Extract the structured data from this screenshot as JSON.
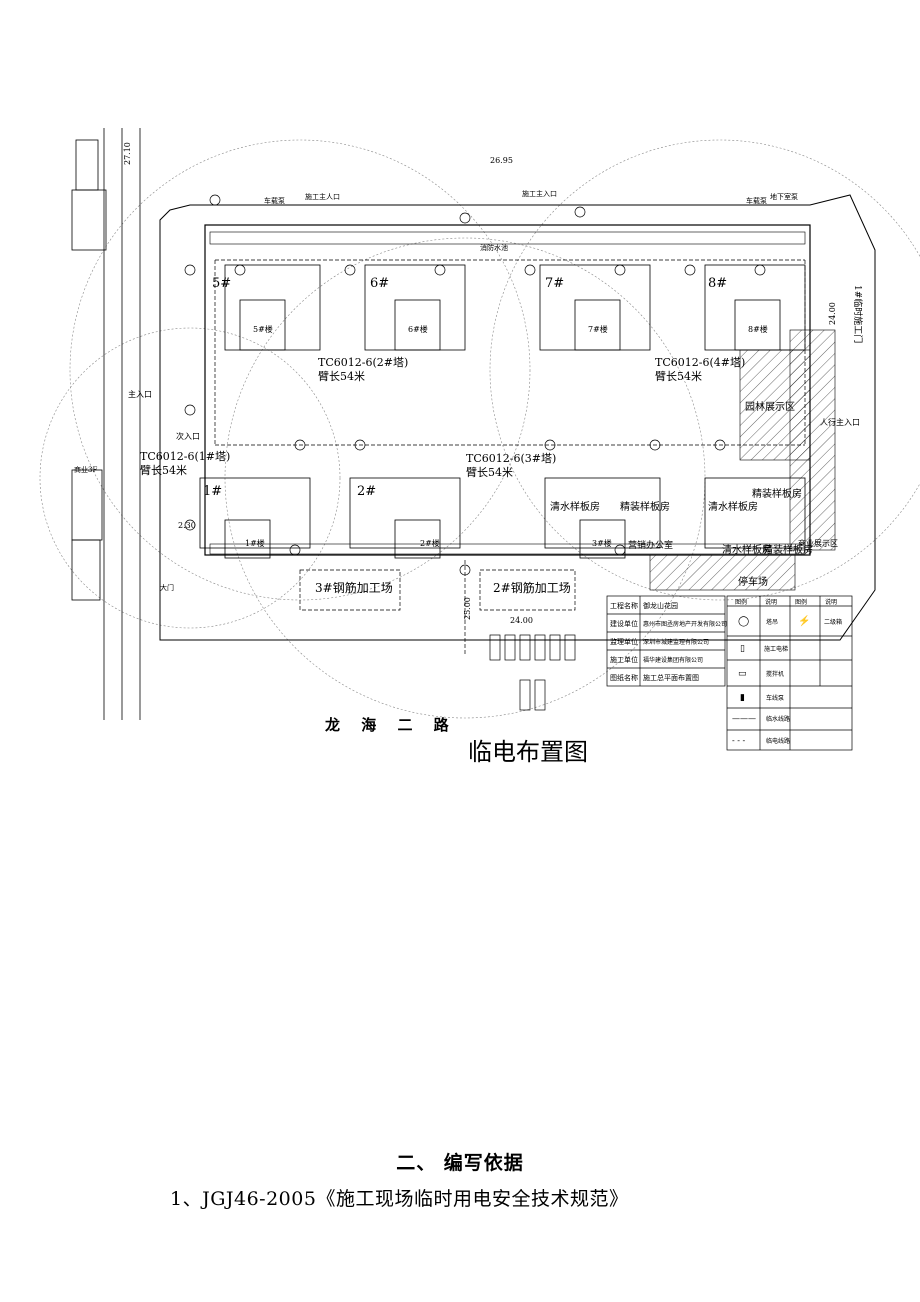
{
  "drawing": {
    "title": "临电布置图",
    "road_name": "龙 海 二 路",
    "cranes": [
      {
        "model": "TC6012-6(1#塔)",
        "arm": "臂长54米"
      },
      {
        "model": "TC6012-6(2#塔)",
        "arm": "臂长54米"
      },
      {
        "model": "TC6012-6(3#塔)",
        "arm": "臂长54米"
      },
      {
        "model": "TC6012-6(4#塔)",
        "arm": "臂长54米"
      }
    ],
    "buildings_top": [
      "5#",
      "6#",
      "7#",
      "8#"
    ],
    "buildings_top_small": [
      "5#楼",
      "6#楼",
      "7#楼",
      "8#楼"
    ],
    "buildings_bottom": [
      "1#",
      "2#"
    ],
    "buildings_bottom_small": [
      "1#楼",
      "2#楼",
      "3#楼"
    ],
    "labels": {
      "main_entrance": "主入口",
      "secondary_entrance": "次入口",
      "rebar_3": "3#钢筋加工场",
      "rebar_2": "2#钢筋加工场",
      "landscape": "园林展示区",
      "pedestrian": "人行主入口",
      "commercial": "商业展示区",
      "sample_room_1": "清水样板房",
      "sample_room_2": "精装样板房",
      "sample_room_3": "清水样板房",
      "sample_room_4": "精装样板房",
      "sample_room_5": "清水样板房",
      "sample_room_6": "精装样板房",
      "sales": "营销办公室",
      "parking": "停车场",
      "right_vertical": "1#临时施工门",
      "dim_top_left": "27.10",
      "dim_top_mid": "26.95",
      "dim_right": "24.00",
      "dim_bottom_a": "24.00",
      "dim_bottom_b": "25.00",
      "dim_side": "2.30",
      "north_gate": "施工主人口",
      "gate_2": "施工主入口",
      "car_wash": "车载泵",
      "car_wash_2": "车载泵",
      "pump": "地下室泵",
      "fire": "消防水池",
      "commercial_left": "商业3F",
      "gate_3": "大门"
    },
    "info_table": [
      {
        "k": "工程名称",
        "v": "御龙山花园"
      },
      {
        "k": "建设单位",
        "v": "惠州市图丞房地产开发有限公司"
      },
      {
        "k": "监理单位",
        "v": "深圳市城建监理有限公司"
      },
      {
        "k": "施工单位",
        "v": "福华建设集团有限公司"
      },
      {
        "k": "图纸名称",
        "v": "施工总平面布置图"
      }
    ],
    "legend": {
      "headers": [
        "图例",
        "说明",
        "图例",
        "说明"
      ],
      "rows": [
        {
          "sym": "◯",
          "desc": "塔吊",
          "sym2": "⚡",
          "desc2": "二级箱"
        },
        {
          "sym": "▯",
          "desc": "施工电梯",
          "sym2": "",
          "desc2": ""
        },
        {
          "sym": "▭",
          "desc": "搅拌机",
          "sym2": "",
          "desc2": ""
        },
        {
          "sym": "▮",
          "desc": "车线泵",
          "sym2": "",
          "desc2": ""
        },
        {
          "sym": "———",
          "desc": "临水线路",
          "sym2": "",
          "desc2": ""
        },
        {
          "sym": "- - -",
          "desc": "临电线路",
          "sym2": "",
          "desc2": ""
        }
      ]
    }
  },
  "section": {
    "heading": "二、 编写依据",
    "item_1": "1、JGJ46-2005《施工现场临时用电安全技术规范》"
  }
}
